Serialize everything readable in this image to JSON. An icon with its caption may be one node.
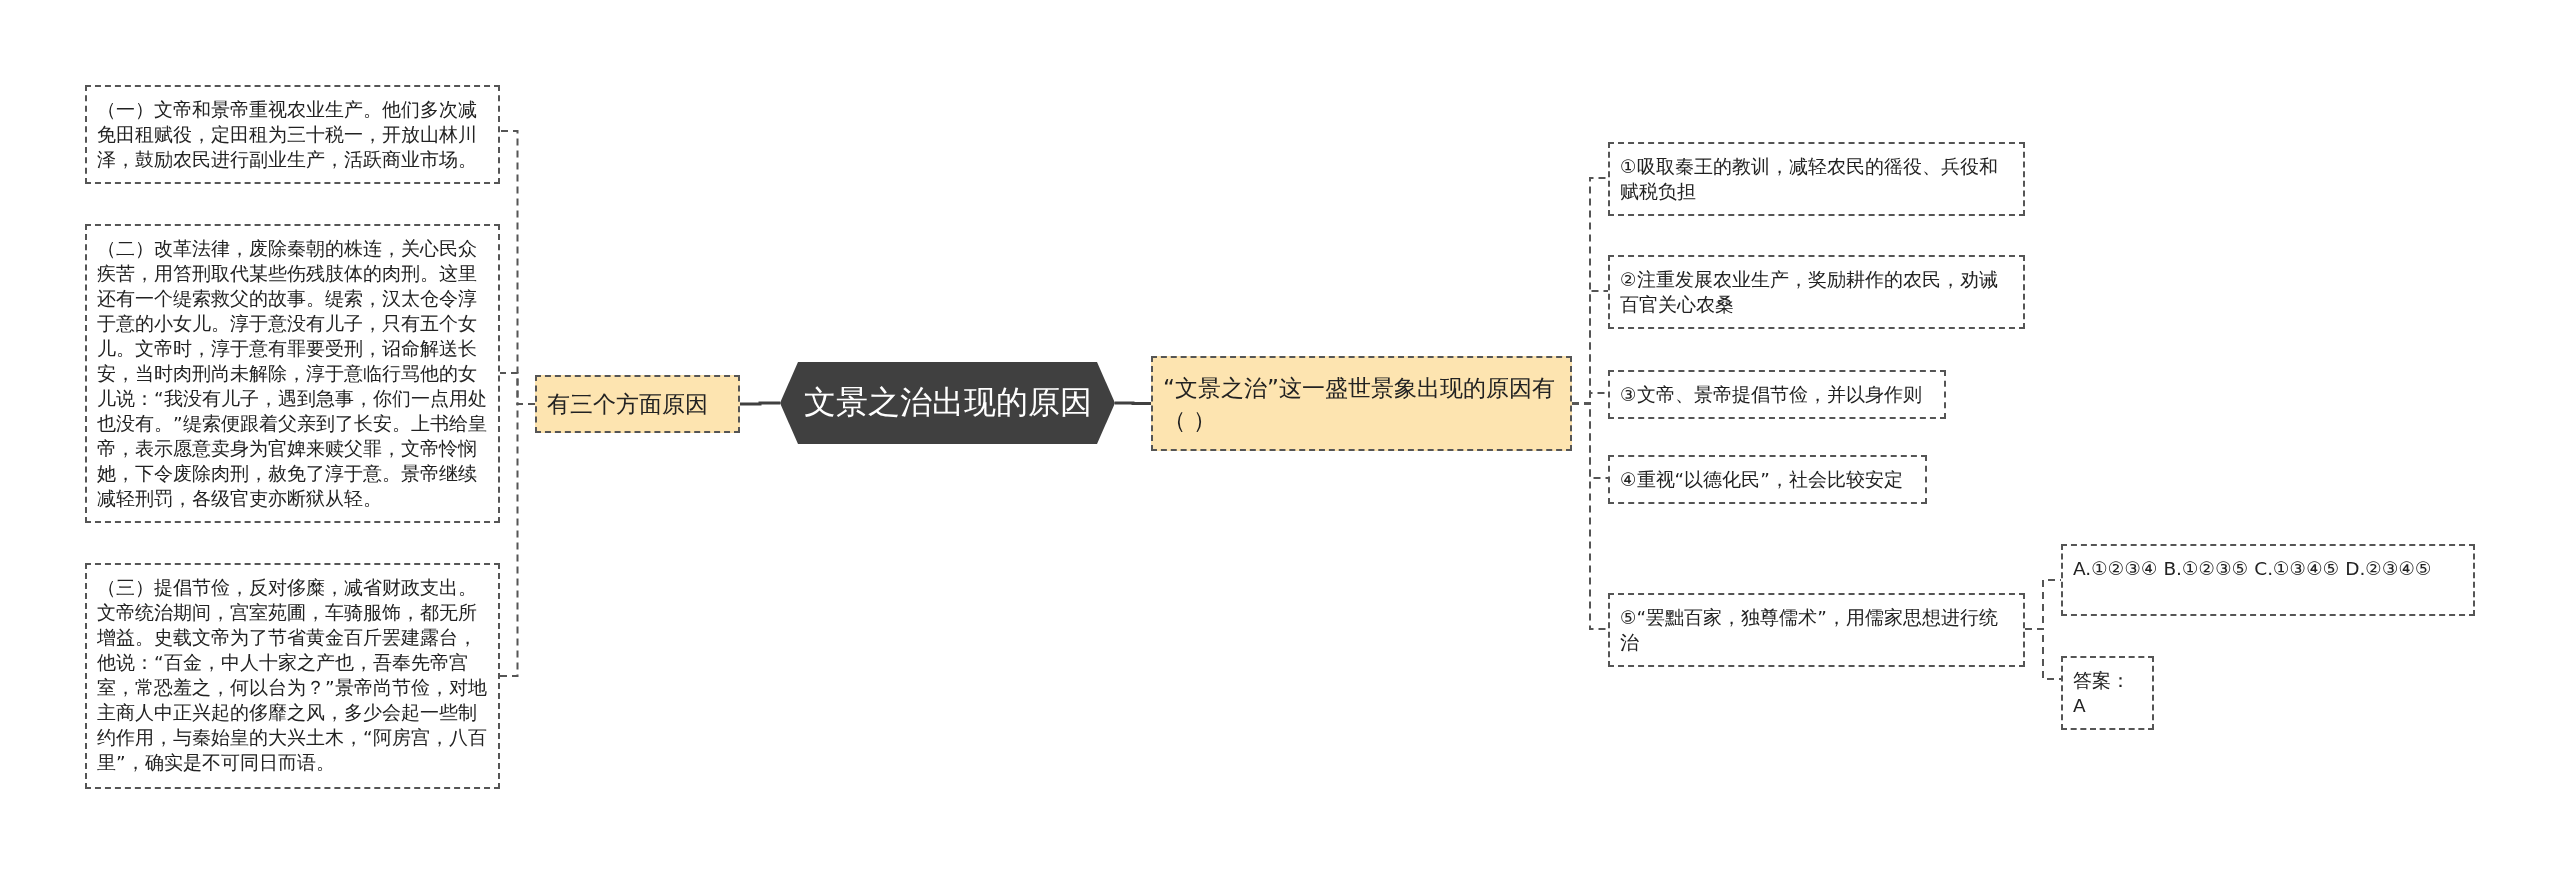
{
  "diagram": {
    "nodes": [
      {
        "text": [
          "文景之治出现的原因"
        ]
      },
      {
        "text": [
          "有三个方面原因"
        ]
      },
      {
        "text": [
          "（一）文帝和景帝重视农业生产。他们多次减免田租赋役，定田租为三十税一，开放山林川泽，鼓励农民进行副业生产，活跃商业市场。"
        ]
      },
      {
        "text": [
          "（二）改革法律，废除秦朝的株连，关心民众疾苦，用笞刑取代某些伤残肢体的肉刑。这里还有一个缇索救父的故事。缇索，汉太仓令淳于意的小女儿。淳于意没有儿子，只有五个女儿。文帝时，淳于意有罪要受刑，诏命解送长安，当时肉刑尚未解除，淳于意临行骂他的女儿说：“我没有儿子，遇到急事，你们一点用处也没有。”缇索便跟着父亲到了长安。上书给皇帝，表示愿意卖身为官婢来赎父罪，文帝怜悯她，下令废除肉刑，赦免了淳于意。景帝继续减轻刑罚，各级官吏亦断狱从轻。"
        ]
      },
      {
        "text": [
          "（三）提倡节俭，反对侈糜，减省财政支出。文帝统治期间，宫室苑圃，车骑服饰，都无所增益。史载文帝为了节省黄金百斤罢建露台，他说：“百金，中人十家之产也，吾奉先帝宫室，常恐羞之，何以台为？”景帝尚节俭，对地主商人中正兴起的侈靡之风，多少会起一些制约作用，与秦始皇的大兴土木，“阿房宫，八百里”，确实是不可同日而语。"
        ]
      },
      {
        "text": [
          "“文景之治”这一盛世景象出现的原因有（ ）"
        ]
      },
      {
        "text": [
          "①吸取秦王的教训，减轻农民的徭役、兵役和赋税负担"
        ]
      },
      {
        "text": [
          "②注重发展农业生产，奖励耕作的农民，劝诫百官关心农桑"
        ]
      },
      {
        "text": [
          "③文帝、景帝提倡节俭，并以身作则"
        ]
      },
      {
        "text": [
          "④重视“以德化民”，社会比较安定"
        ]
      },
      {
        "text": [
          "⑤“罢黜百家，独尊儒术”，用儒家思想进行统治"
        ]
      },
      {
        "text": [
          "A.①②③④ B.①②③⑤ C.①③④⑤ D.②③④⑤"
        ]
      },
      {
        "text": [
          "答案：A"
        ]
      }
    ],
    "edges": [
      {
        "from": 0,
        "to": 1,
        "arrow": "none"
      },
      {
        "from": 1,
        "to": 2,
        "arrow": "none",
        "style": "dashed"
      },
      {
        "from": 1,
        "to": 3,
        "arrow": "none",
        "style": "dashed"
      },
      {
        "from": 1,
        "to": 4,
        "arrow": "none",
        "style": "dashed"
      },
      {
        "from": 0,
        "to": 5,
        "arrow": "none"
      },
      {
        "from": 5,
        "to": 6,
        "arrow": "none",
        "style": "dashed"
      },
      {
        "from": 5,
        "to": 7,
        "arrow": "none",
        "style": "dashed"
      },
      {
        "from": 5,
        "to": 8,
        "arrow": "none",
        "style": "dashed"
      },
      {
        "from": 5,
        "to": 9,
        "arrow": "none",
        "style": "dashed"
      },
      {
        "from": 5,
        "to": 10,
        "arrow": "none",
        "style": "dashed"
      },
      {
        "from": 10,
        "to": 11,
        "arrow": "none",
        "style": "dashed"
      },
      {
        "from": 10,
        "to": 12,
        "arrow": "none",
        "style": "dashed"
      }
    ]
  }
}
